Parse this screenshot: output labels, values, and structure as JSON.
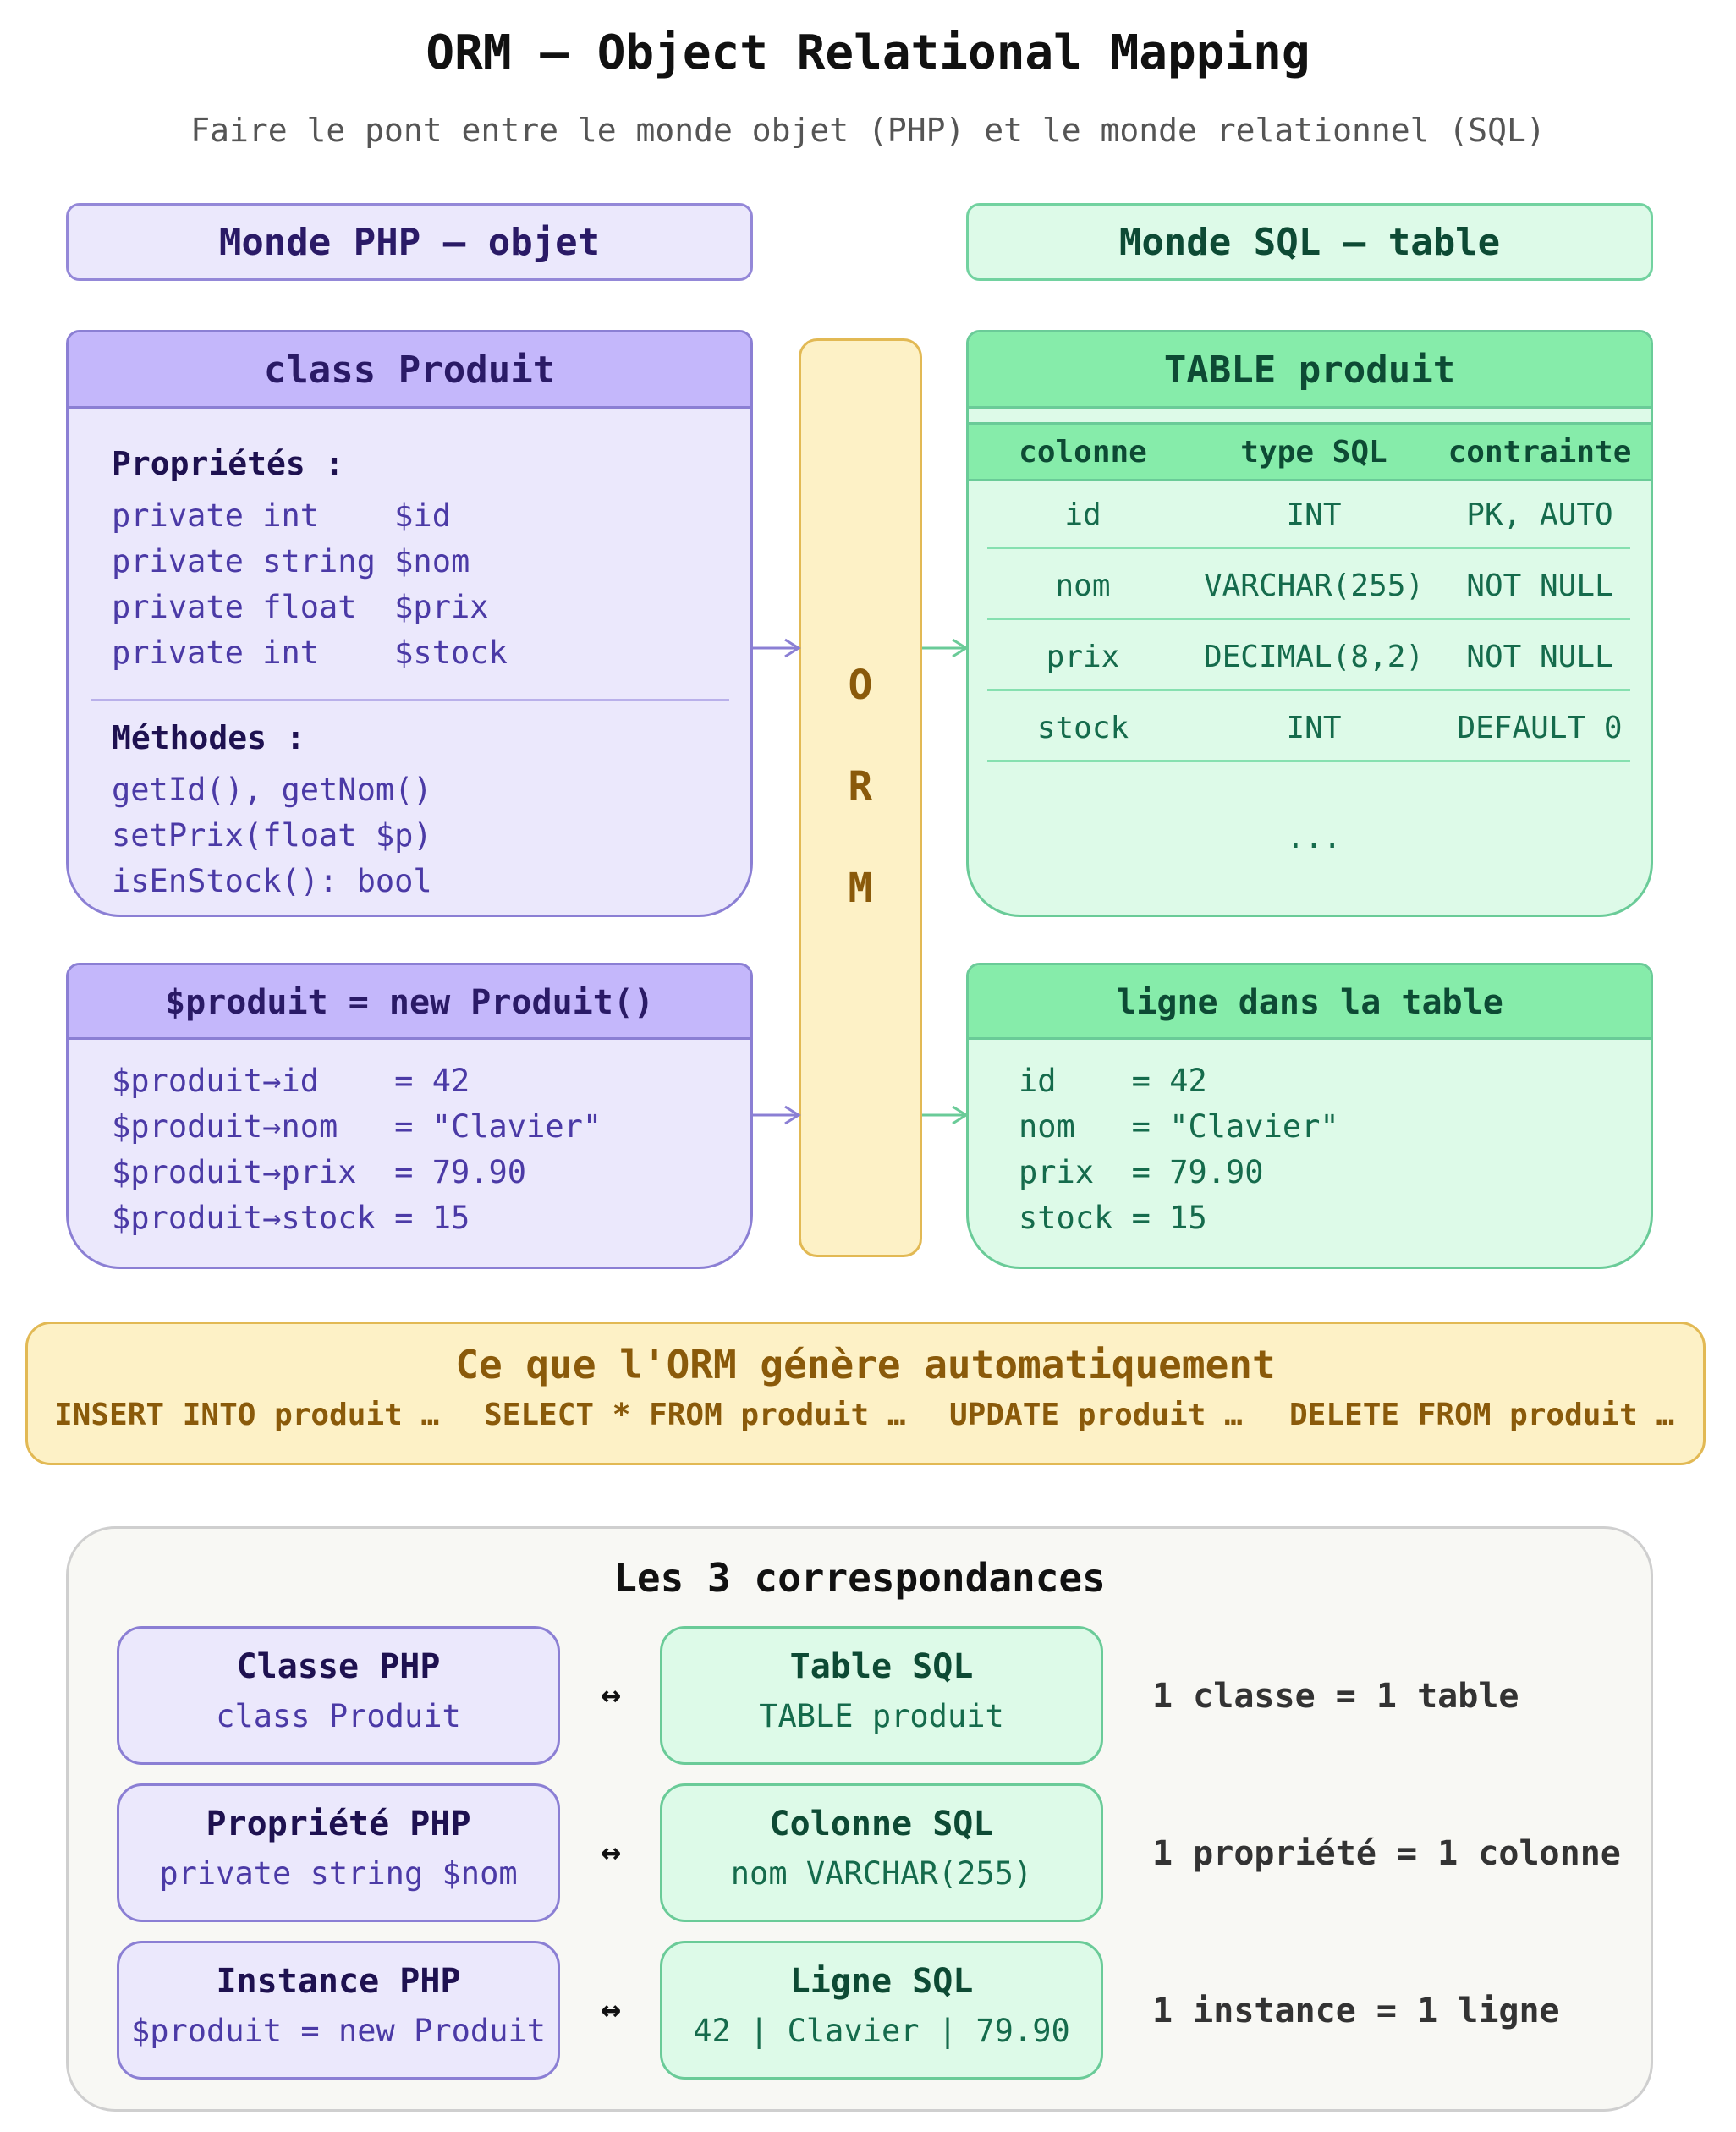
{
  "title": "ORM – Object Relational Mapping",
  "subtitle": "Faire le pont entre le monde objet (PHP) et le monde relationnel (SQL)",
  "php_header": "Monde PHP — objet",
  "sql_header": "Monde SQL — table",
  "class_card": {
    "title": "class Produit",
    "props_label": "Propriétés :",
    "props": [
      "private int    $id",
      "private string $nom",
      "private float  $prix",
      "private int    $stock"
    ],
    "methods_label": "Méthodes :",
    "methods": [
      "getId(), getNom()",
      "setPrix(float $p)",
      "isEnStock(): bool"
    ]
  },
  "instance_card": {
    "title": "$produit = new Produit()",
    "lines": [
      "$produit→id    = 42",
      "$produit→nom   = \"Clavier\"",
      "$produit→prix  = 79.90",
      "$produit→stock = 15"
    ]
  },
  "orm_letters": [
    "O",
    "R",
    "M"
  ],
  "table_card": {
    "title": "TABLE produit",
    "headers": [
      "colonne",
      "type SQL",
      "contrainte"
    ],
    "rows": [
      [
        "id",
        "INT",
        "PK, AUTO"
      ],
      [
        "nom",
        "VARCHAR(255)",
        "NOT NULL"
      ],
      [
        "prix",
        "DECIMAL(8,2)",
        "NOT NULL"
      ],
      [
        "stock",
        "INT",
        "DEFAULT 0"
      ]
    ],
    "ellipsis": "..."
  },
  "row_card": {
    "title": "ligne dans la table",
    "lines": [
      "id    = 42",
      "nom   = \"Clavier\"",
      "prix  = 79.90",
      "stock = 15"
    ]
  },
  "generated": {
    "title": "Ce que l'ORM génère automatiquement",
    "queries": [
      "INSERT INTO produit …",
      "SELECT * FROM produit …",
      "UPDATE produit …",
      "DELETE FROM produit …"
    ]
  },
  "correspondences": {
    "title": "Les 3 correspondances",
    "arrow": "↔",
    "items": [
      {
        "php_title": "Classe PHP",
        "php_sub": "class Produit",
        "sql_title": "Table SQL",
        "sql_sub": "TABLE produit",
        "rule": "1 classe = 1 table"
      },
      {
        "php_title": "Propriété PHP",
        "php_sub": "private string $nom",
        "sql_title": "Colonne SQL",
        "sql_sub": "nom VARCHAR(255)",
        "rule": "1 propriété = 1 colonne"
      },
      {
        "php_title": "Instance PHP",
        "php_sub": "$produit = new Produit",
        "sql_title": "Ligne SQL",
        "sql_sub": "42 | Clavier | 79.90",
        "rule": "1 instance = 1 ligne"
      }
    ]
  },
  "colors": {
    "php": "#8b7fd4",
    "sql": "#6acb98",
    "orm": "#e2b954"
  }
}
